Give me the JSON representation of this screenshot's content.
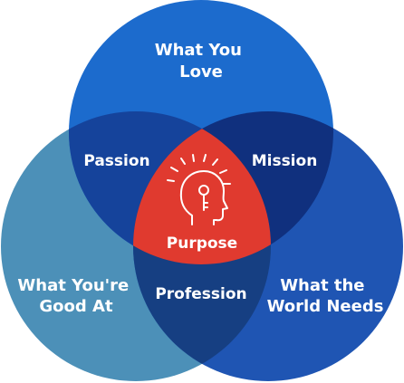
{
  "circles": {
    "love": {
      "lines": [
        "What You",
        "Love"
      ],
      "color": "#1c6bcd"
    },
    "good_at": {
      "lines": [
        "What You're",
        "Good At"
      ],
      "color": "#4c90b8"
    },
    "world_needs": {
      "lines": [
        "What the",
        "World Needs"
      ],
      "color": "#1f55b3"
    }
  },
  "overlaps": {
    "passion": {
      "label": "Passion",
      "color": "#15439b"
    },
    "mission": {
      "label": "Mission",
      "color": "#10307e"
    },
    "profession": {
      "label": "Profession",
      "color": "#163f82"
    }
  },
  "center": {
    "label": "Purpose",
    "color": "#e03a2f",
    "icon": "head-with-key-icon"
  }
}
